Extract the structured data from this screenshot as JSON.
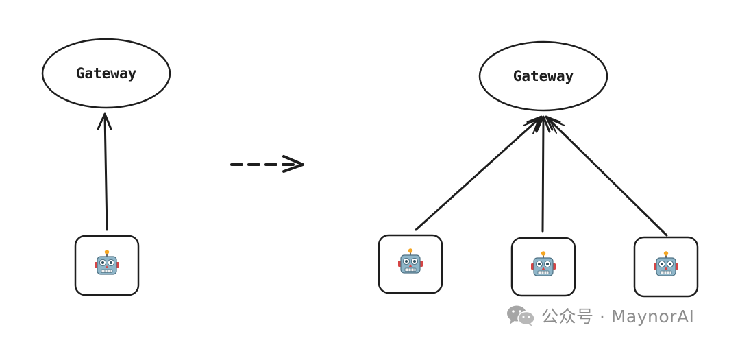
{
  "diagram": {
    "left": {
      "gateway": {
        "label": "Gateway",
        "fill": "#fde68a"
      },
      "agents": [
        {
          "icon": "robot-icon",
          "fill": "#a8cdf8"
        }
      ]
    },
    "transition_arrow": {
      "style": "dashed"
    },
    "right": {
      "gateway": {
        "label": "Gateway",
        "fill": "#fde68a"
      },
      "agents": [
        {
          "icon": "robot-icon",
          "fill": "#a8cdf8"
        },
        {
          "icon": "robot-icon",
          "fill": "#b9f0c0"
        },
        {
          "icon": "robot-icon",
          "fill": "#f7c9cb"
        }
      ]
    },
    "stroke_color": "#1e1e1e"
  },
  "watermark": {
    "icon": "wechat-icon",
    "text": "公众号 · MaynorAI"
  }
}
